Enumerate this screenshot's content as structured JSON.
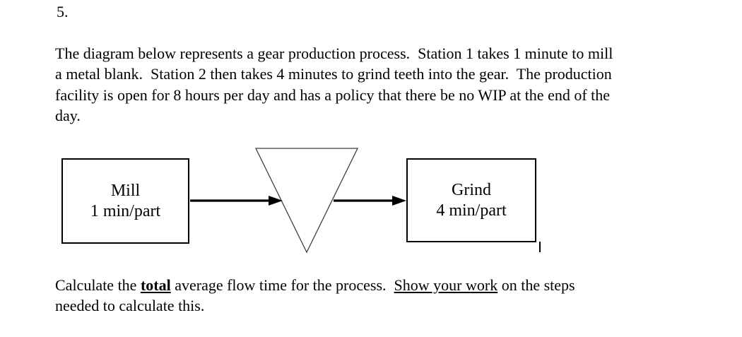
{
  "question": {
    "number": "5."
  },
  "intro_paragraph": "The diagram below represents a gear production process.  Station 1 takes 1 minute to mill\na metal blank.  Station 2 then takes 4 minutes to grind teeth into the gear.  The production\nfacility is open for 8 hours per day and has a policy that there be no WIP at the end of the\nday.",
  "diagram": {
    "station1": {
      "name": "Mill",
      "rate": "1 min/part"
    },
    "inventory_symbol": "inverted-triangle",
    "flow": [
      "Mill",
      "inventory-buffer",
      "Grind"
    ],
    "station2": {
      "name": "Grind",
      "rate": "4 min/part"
    }
  },
  "task_paragraph_segments": [
    {
      "text": "Calculate the ",
      "style": ""
    },
    {
      "text": "total",
      "style": "bold underline"
    },
    {
      "text": " average flow time for the process.  ",
      "style": ""
    },
    {
      "text": "Show your work",
      "style": "underline"
    },
    {
      "text": " on the steps\nneeded to calculate this.",
      "style": ""
    }
  ],
  "colors": {
    "text": "#000000",
    "background": "#ffffff",
    "box_border": "#000000",
    "triangle_stroke": "#3f3f3f",
    "arrow": "#000000"
  }
}
